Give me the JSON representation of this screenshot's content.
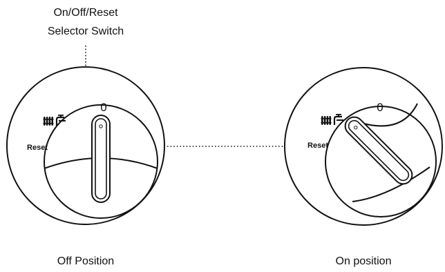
{
  "callout": {
    "line1": "On/Off/Reset",
    "line2": "Selector Switch"
  },
  "switches": [
    {
      "caption": "Off Position",
      "zero_label": "0",
      "reset_label": "Reset",
      "icon": "radiator-and-tap-icon"
    },
    {
      "caption": "On position",
      "zero_label": "0",
      "reset_label": "Reset",
      "icon": "radiator-and-tap-icon"
    }
  ]
}
